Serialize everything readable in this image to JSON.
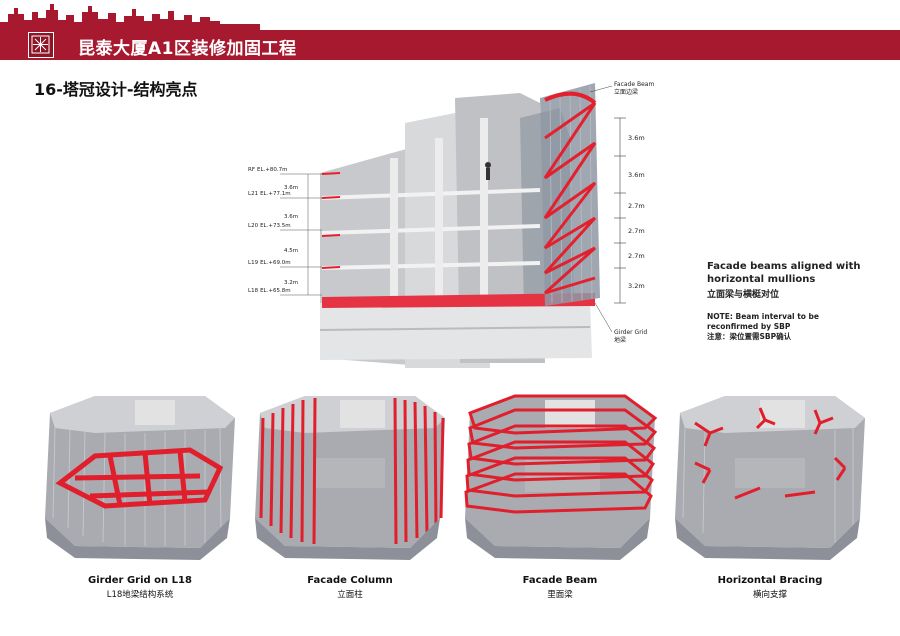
{
  "header": {
    "title": "昆泰大厦A1区装修加固工程",
    "logo_icon": "seal-logo-icon",
    "brand_color": "#a6192e"
  },
  "page": {
    "heading": "16-塔冠设计-结构亮点"
  },
  "section_diagram": {
    "levels": [
      {
        "name": "RF",
        "elevation": "EL.+80.7m"
      },
      {
        "name": "L21",
        "elevation": "EL.+77.1m"
      },
      {
        "name": "L20",
        "elevation": "EL.+73.5m"
      },
      {
        "name": "L19",
        "elevation": "EL.+69.0m"
      },
      {
        "name": "L18",
        "elevation": "EL.+65.8m"
      }
    ],
    "left_intervals": [
      "3.6m",
      "3.6m",
      "4.5m",
      "3.2m"
    ],
    "right_intervals": [
      "3.6m",
      "3.6m",
      "2.7m",
      "2.7m",
      "2.7m",
      "3.2m"
    ],
    "facade_beam_label_en": "Facade Beam",
    "facade_beam_label_cn": "立面边梁",
    "girder_grid_label_en": "Girder Grid",
    "girder_grid_label_cn": "地梁"
  },
  "notes": {
    "title_line1": "Facade beams aligned with",
    "title_line2": "horizontal mullions",
    "title_cn": "立面梁与横梃对位",
    "note_line1": "NOTE: Beam interval to be",
    "note_line2": "reconfirmed by SBP",
    "note_cn": "注意：梁位置需SBP确认"
  },
  "panels": [
    {
      "en": "Girder Grid on L18",
      "cn": "L18地梁结构系统"
    },
    {
      "en": "Facade Column",
      "cn": "立面柱"
    },
    {
      "en": "Facade Beam",
      "cn": "里面梁"
    },
    {
      "en": "Horizontal Bracing",
      "cn": "横向支撑"
    }
  ]
}
